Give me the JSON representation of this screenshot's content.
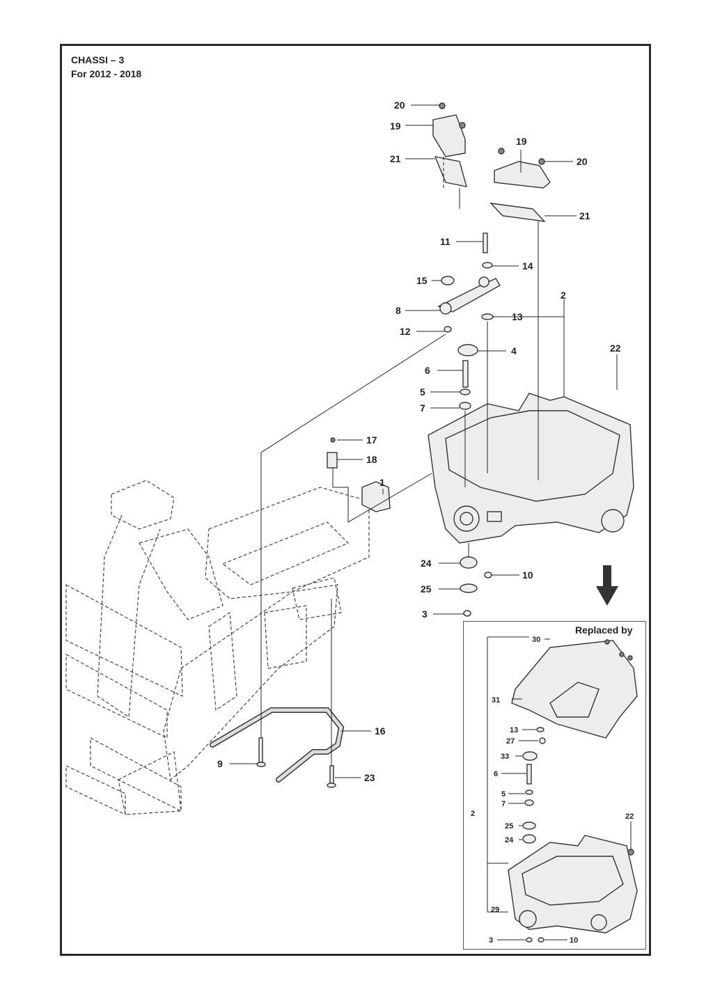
{
  "header": {
    "title": "CHASSI – 3",
    "subtitle": "For 2012 - 2018"
  },
  "inset": {
    "title": "Replaced by"
  },
  "labels": {
    "l20a": "20",
    "l19a": "19",
    "l21a": "21",
    "l19b": "19",
    "l20b": "20",
    "l21b": "21",
    "l11": "11",
    "l14": "14",
    "l15": "15",
    "l8": "8",
    "l2": "2",
    "l13": "13",
    "l12": "12",
    "l4": "4",
    "l22": "22",
    "l6": "6",
    "l5": "5",
    "l7": "7",
    "l17": "17",
    "l18": "18",
    "l1": "1",
    "l24": "24",
    "l10": "10",
    "l25": "25",
    "l3": "3",
    "l16": "16",
    "l9": "9",
    "l23": "23"
  },
  "inset_labels": {
    "i30": "30",
    "i31": "31",
    "i13": "13",
    "i27": "27",
    "i33": "33",
    "i6": "6",
    "i5": "5",
    "i7": "7",
    "i2": "2",
    "i25": "25",
    "i24": "24",
    "i22": "22",
    "i29": "29",
    "i3": "3",
    "i10": "10"
  }
}
